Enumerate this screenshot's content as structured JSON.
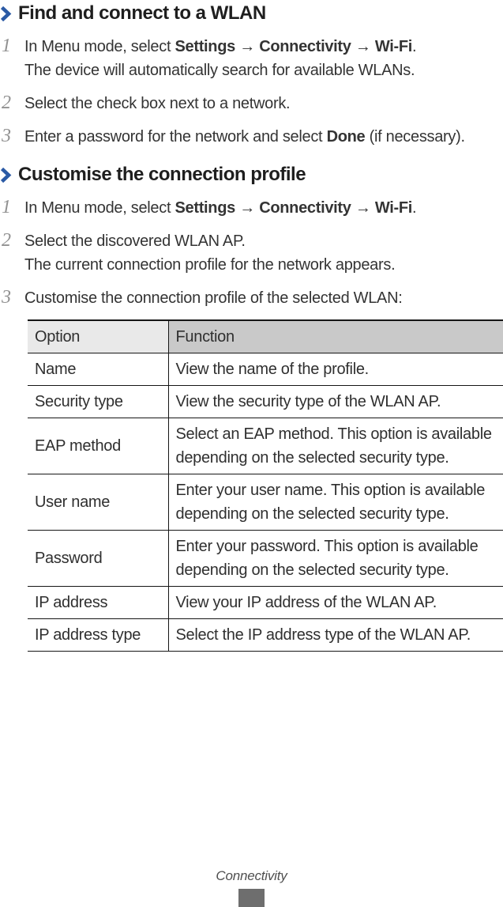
{
  "page": {
    "sections": [
      {
        "heading": "Find and connect to a WLAN",
        "steps": [
          {
            "number": "1",
            "lines": [
              [
                {
                  "t": "In Menu mode, select "
                },
                {
                  "t": "Settings",
                  "b": true
                },
                {
                  "t": " → "
                },
                {
                  "t": "Connectivity",
                  "b": true
                },
                {
                  "t": " → "
                },
                {
                  "t": "Wi-Fi",
                  "b": true
                },
                {
                  "t": "."
                }
              ],
              [
                {
                  "t": "The device will automatically search for available WLANs."
                }
              ]
            ]
          },
          {
            "number": "2",
            "lines": [
              [
                {
                  "t": "Select the check box next to a network."
                }
              ]
            ]
          },
          {
            "number": "3",
            "lines": [
              [
                {
                  "t": "Enter a password for the network and select "
                },
                {
                  "t": "Done",
                  "b": true
                },
                {
                  "t": " (if necessary)."
                }
              ]
            ]
          }
        ]
      },
      {
        "heading": "Customise the connection profile",
        "steps": [
          {
            "number": "1",
            "lines": [
              [
                {
                  "t": "In Menu mode, select "
                },
                {
                  "t": "Settings",
                  "b": true
                },
                {
                  "t": " → "
                },
                {
                  "t": "Connectivity",
                  "b": true
                },
                {
                  "t": " → "
                },
                {
                  "t": "Wi-Fi",
                  "b": true
                },
                {
                  "t": "."
                }
              ]
            ]
          },
          {
            "number": "2",
            "lines": [
              [
                {
                  "t": "Select the discovered WLAN AP."
                }
              ],
              [
                {
                  "t": "The current connection profile for the network appears."
                }
              ]
            ]
          },
          {
            "number": "3",
            "lines": [
              [
                {
                  "t": "Customise the connection profile of the selected WLAN:"
                }
              ]
            ]
          }
        ]
      }
    ],
    "table": {
      "headers": [
        "Option",
        "Function"
      ],
      "rows": [
        {
          "option": "Name",
          "function": "View the name of the profile."
        },
        {
          "option": "Security type",
          "function": "View the security type of the WLAN AP."
        },
        {
          "option": "EAP method",
          "function": "Select an EAP method. This option is available depending on the selected security type."
        },
        {
          "option": "User name",
          "function": "Enter your user name. This option is available depending on the selected security type."
        },
        {
          "option": "Password",
          "function": "Enter your password. This option is available depending on the selected security type."
        },
        {
          "option": "IP address",
          "function": "View your IP address of the WLAN AP."
        },
        {
          "option": "IP address type",
          "function": "Select the IP address type of the WLAN AP."
        }
      ]
    },
    "footer": {
      "chapter": "Connectivity"
    },
    "colors": {
      "accent_blue": "#2b5aa5",
      "step_number": "#919191",
      "header_option_bg": "#e9e9e9",
      "header_function_bg": "#c9c9c9",
      "page_tab": "#6e6e6e"
    }
  }
}
